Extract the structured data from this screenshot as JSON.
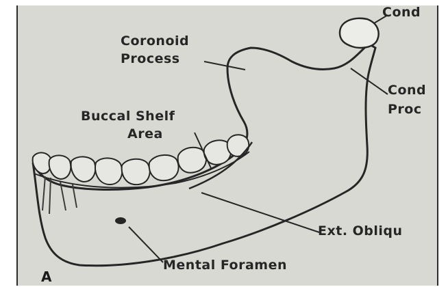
{
  "diagram": {
    "panel_letter": "A",
    "labels": {
      "coronoid_line1": "Coronoid",
      "coronoid_line2": "Process",
      "condyle_top": "Cond",
      "condylar_line1": "Cond",
      "condylar_line2": "Proc",
      "buccal_line1": "Buccal Shelf",
      "buccal_line2": "Area",
      "ext_oblique": "Ext. Obliqu",
      "mental_foramen": "Mental Foramen"
    },
    "colors": {
      "background": "#d9d9d4",
      "ink": "#262626"
    }
  }
}
